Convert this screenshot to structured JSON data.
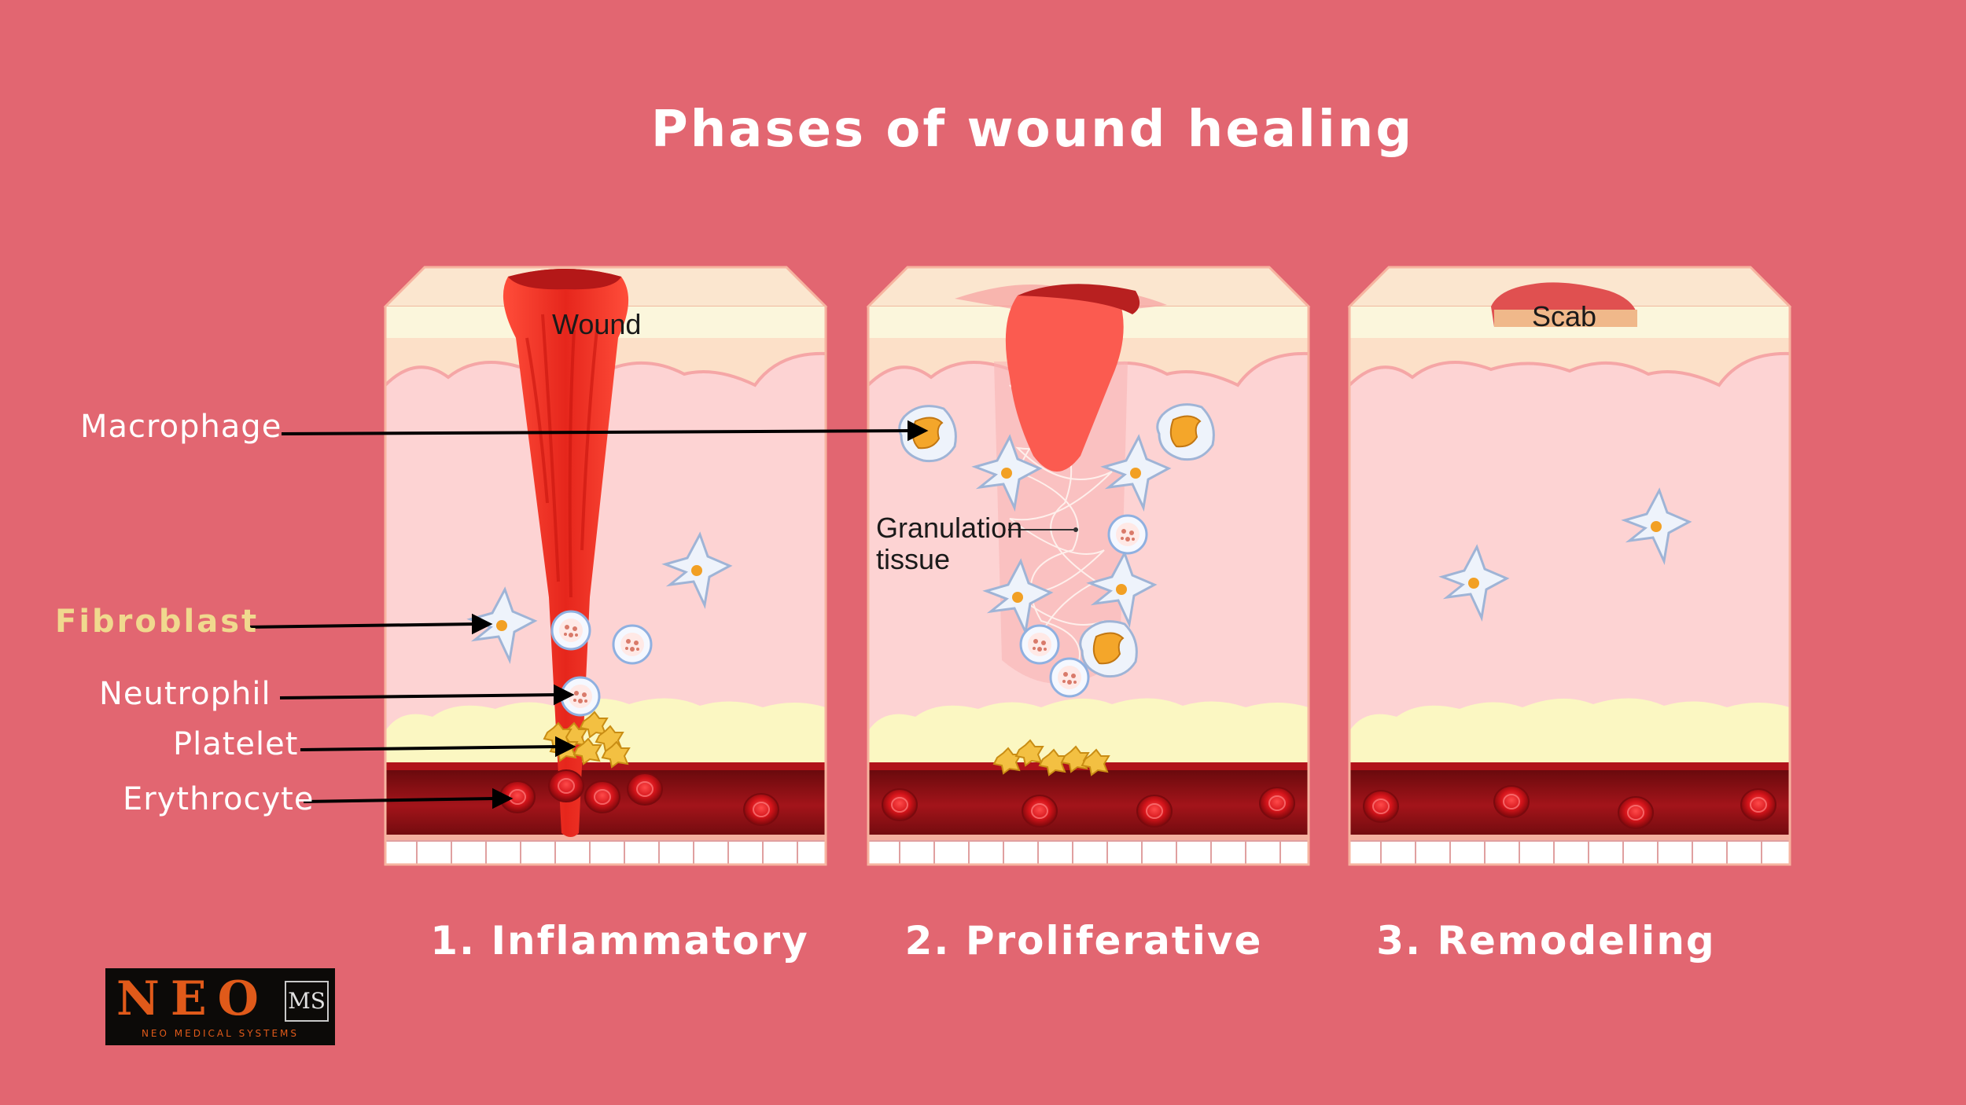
{
  "title": "Phases of wound healing",
  "phases": [
    {
      "label": "1. Inflammatory"
    },
    {
      "label": "2. Proliferative"
    },
    {
      "label": "3. Remodeling"
    }
  ],
  "labels": {
    "wound": "Wound",
    "granulation": "Granulation\ntissue",
    "scab": "Scab",
    "macrophage": "Macrophage",
    "fibroblast": "Fibroblast",
    "neutrophil": "Neutrophil",
    "platelet": "Platelet",
    "erythrocyte": "Erythrocyte"
  },
  "logo": {
    "letters": "NEO",
    "badge": "MS",
    "tagline": "NEO MEDICAL SYSTEMS"
  },
  "colors": {
    "background": "#e26671",
    "skin_top": "#fce3c8",
    "dermis": "#fdd3d3",
    "wound": "#ee2b1f",
    "blood_vessel": "#8a0d12",
    "fibroblast_label": "#f0d98e"
  }
}
